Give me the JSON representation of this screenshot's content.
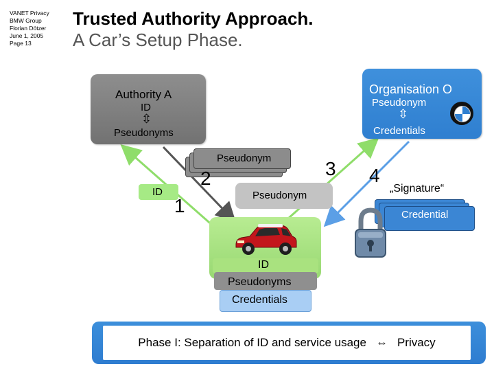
{
  "meta": {
    "lines": [
      "VANET Privacy",
      "BMW Group",
      "Florian Dötzer",
      "June 1, 2005",
      "Page 13"
    ]
  },
  "title": {
    "line1": "Trusted Authority Approach.",
    "line2": "A Car’s Setup Phase."
  },
  "authority": {
    "name": "Authority A",
    "id": "ID",
    "arrow": "⇳",
    "pseudonyms": "Pseudonyms"
  },
  "organisation": {
    "name": "Organisation O",
    "pseudonym": "Pseudonym",
    "arrow": "⇳",
    "credentials": "Credentials"
  },
  "flow": {
    "pseudonym_card": "Pseudonym",
    "id_box": "ID",
    "pseudonym_box": "Pseudonym",
    "signature": "„Signature“",
    "credential": "Credential",
    "step1": "1",
    "step2": "2",
    "step3": "3",
    "step4": "4"
  },
  "car": {
    "id": "ID",
    "pseudonyms": "Pseudonyms",
    "credentials": "Credentials"
  },
  "phase": {
    "text": "Phase I: Separation of ID and service usage",
    "arrow": "⇔",
    "privacy": "Privacy"
  },
  "colors": {
    "authority_gray": "#7f7f7f",
    "organisation_blue": "#3585d6",
    "car_green": "#a8e282",
    "arrow_green": "#8fdd6a",
    "arrow_blue": "#5b9fe6",
    "arrow_dark": "#555555"
  },
  "icons": [
    "bmw-logo-icon",
    "padlock-icon",
    "car-icon"
  ]
}
